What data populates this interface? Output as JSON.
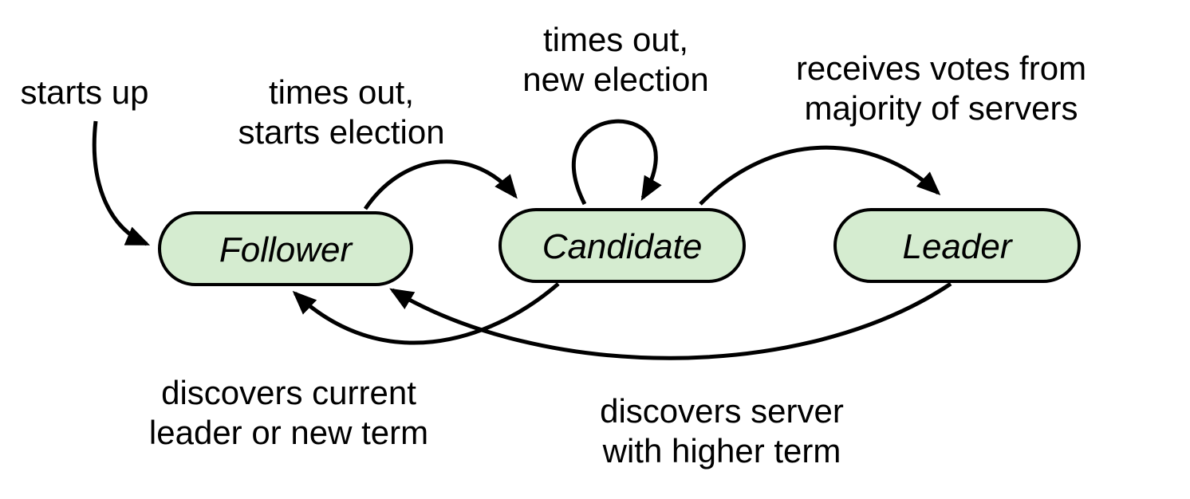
{
  "diagram": {
    "type": "state-machine",
    "background": "#ffffff"
  },
  "colors": {
    "state_fill": "#d5ecd0",
    "state_stroke": "#000000",
    "edge_stroke": "#000000",
    "label_text": "#000000"
  },
  "states": {
    "follower": {
      "label": "Follower"
    },
    "candidate": {
      "label": "Candidate"
    },
    "leader": {
      "label": "Leader"
    }
  },
  "transitions": [
    {
      "from": null,
      "to": "follower",
      "label_lines": [
        "starts up"
      ]
    },
    {
      "from": "follower",
      "to": "candidate",
      "label_lines": [
        "times out,",
        "starts election"
      ]
    },
    {
      "from": "candidate",
      "to": "candidate",
      "label_lines": [
        "times out,",
        "new election"
      ]
    },
    {
      "from": "candidate",
      "to": "leader",
      "label_lines": [
        "receives votes from",
        "majority of servers"
      ]
    },
    {
      "from": "candidate",
      "to": "follower",
      "label_lines": [
        "discovers current",
        "leader or new term"
      ]
    },
    {
      "from": "leader",
      "to": "follower",
      "label_lines": [
        "discovers server",
        "with higher term"
      ]
    }
  ]
}
